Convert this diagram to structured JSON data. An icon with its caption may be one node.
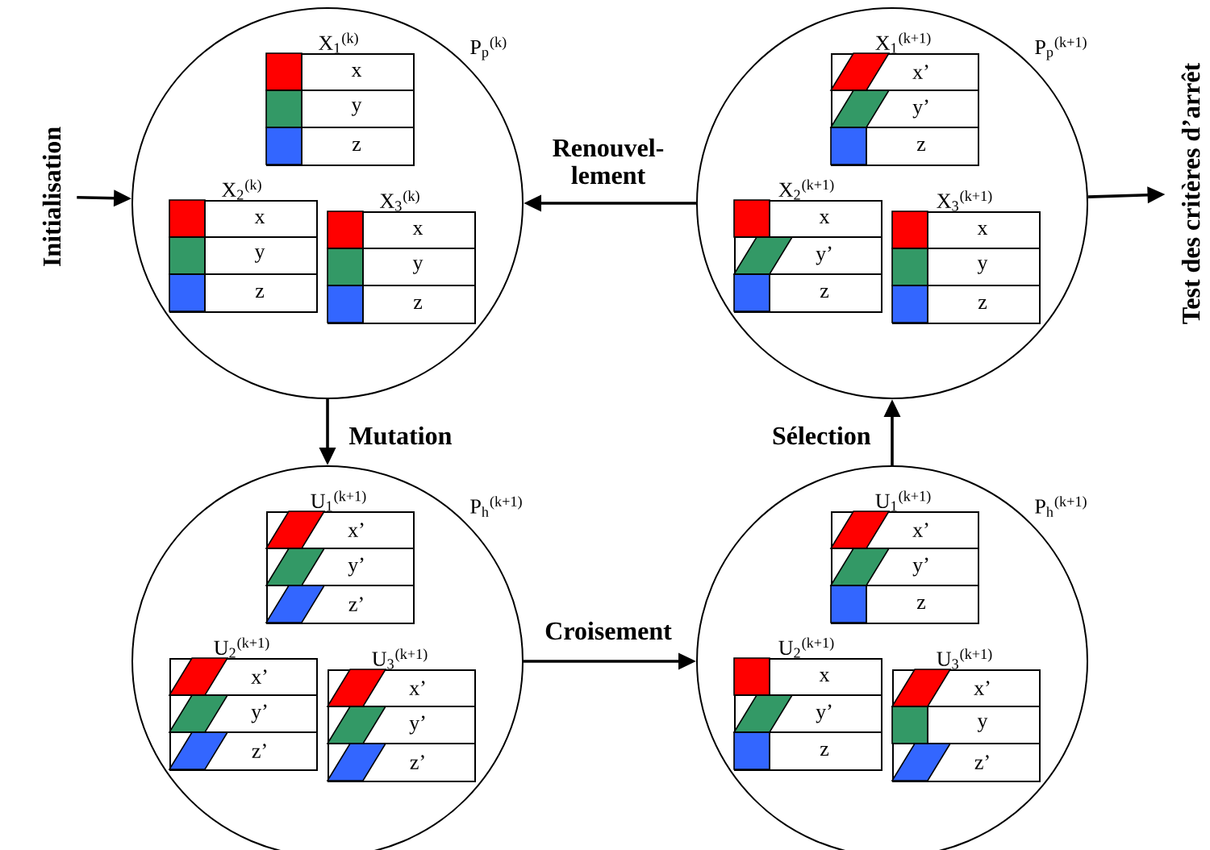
{
  "diagram": {
    "nodes": [
      {
        "text": [
          "Initialisation"
        ]
      },
      {
        "text": [
          "P$_{p}$$^{(k)}$"
        ]
      },
      {
        "text": [
          "X$_{1}$$^{(k)}$",
          "x",
          "y",
          "z"
        ],
        "in": 1
      },
      {
        "text": [
          "X$_{2}$$^{(k)}$",
          "x",
          "y",
          "z"
        ],
        "in": 1
      },
      {
        "text": [
          "X$_{3}$$^{(k)}$",
          "x",
          "y",
          "z"
        ],
        "in": 1
      },
      {
        "text": [
          "P$_{p}$$^{(k+1)}$"
        ]
      },
      {
        "text": [
          "X$_{1}$$^{(k+1)}$",
          "x’",
          "y’",
          "z"
        ],
        "in": 5
      },
      {
        "text": [
          "X$_{2}$$^{(k+1)}$",
          "x",
          "y’",
          "z"
        ],
        "in": 5
      },
      {
        "text": [
          "X$_{3}$$^{(k+1)}$",
          "x",
          "y",
          "z"
        ],
        "in": 5
      },
      {
        "text": [
          "P$_{h}$$^{(k+1)}$"
        ]
      },
      {
        "text": [
          "U$_{1}$$^{(k+1)}$",
          "x’",
          "y’",
          "z’"
        ],
        "in": 9
      },
      {
        "text": [
          "U$_{2}$$^{(k+1)}$",
          "x’",
          "y’",
          "z’"
        ],
        "in": 9
      },
      {
        "text": [
          "U$_{3}$$^{(k+1)}$",
          "x’",
          "y’",
          "z’"
        ],
        "in": 9
      },
      {
        "text": [
          "P$_{h}$$^{(k+1)}$"
        ]
      },
      {
        "text": [
          "U$_{1}$$^{(k+1)}$",
          "x’",
          "y’",
          "z"
        ],
        "in": 13
      },
      {
        "text": [
          "U$_{2}$$^{(k+1)}$",
          "x",
          "y’",
          "z"
        ],
        "in": 13
      },
      {
        "text": [
          "U$_{3}$$^{(k+1)}$",
          "x’",
          "y",
          "z’"
        ],
        "in": 13
      },
      {
        "text": [
          "Test des critères d’arrêt"
        ]
      }
    ],
    "edges": [
      {
        "from": 0,
        "to": 1,
        "arrow": "to"
      },
      {
        "from": 5,
        "to": 1,
        "arrow": "to",
        "label": "Renouvel- lement"
      },
      {
        "from": 1,
        "to": 9,
        "arrow": "to",
        "label": "Mutation"
      },
      {
        "from": 9,
        "to": 13,
        "arrow": "to",
        "label": "Croisement"
      },
      {
        "from": 13,
        "to": 5,
        "arrow": "to",
        "label": "Sélection"
      },
      {
        "from": 5,
        "to": 17,
        "arrow": "to"
      }
    ]
  }
}
